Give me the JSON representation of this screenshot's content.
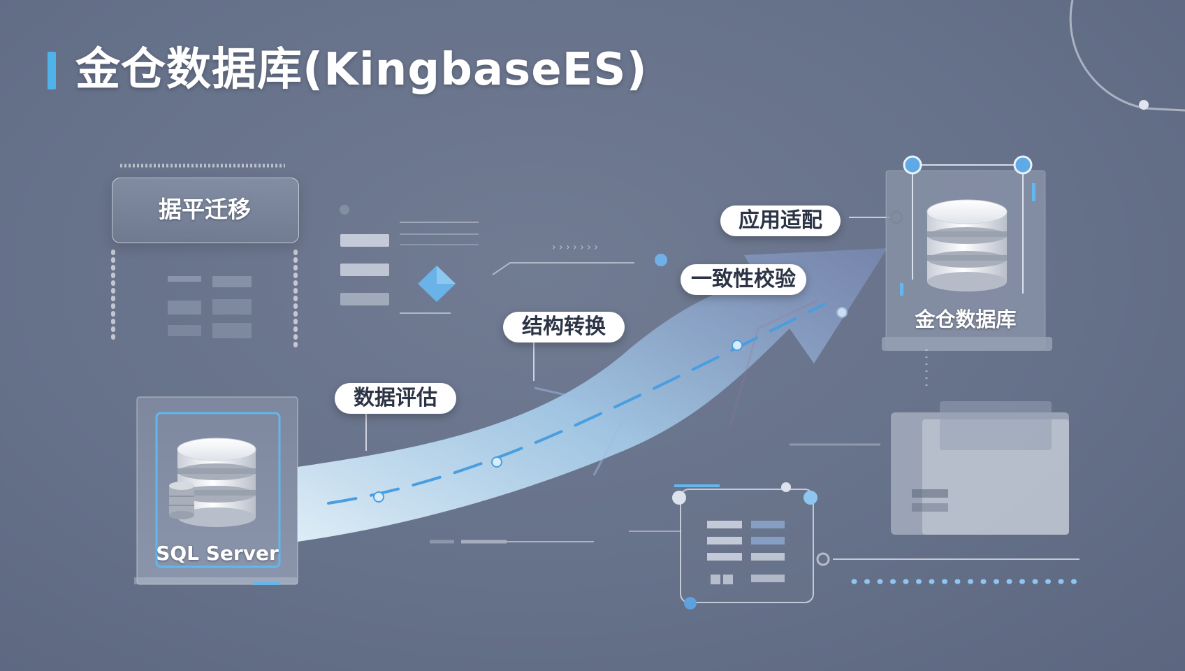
{
  "title": "金仓数据库(KingbaseES)",
  "cards": {
    "top_left": "据平迁移",
    "source_db": "SQL Server",
    "target_db": "金仓数据库"
  },
  "steps": [
    {
      "label": "数据评估"
    },
    {
      "label": "结构转换"
    },
    {
      "label": "一致性校验"
    },
    {
      "label": "应用适配"
    }
  ],
  "colors": {
    "background": "#66718a",
    "accent": "#4fb3ea",
    "flow_light": "#d4ecfa",
    "flow_dark": "#7f8fbf",
    "pill": "#ffffff",
    "pill_text": "#2b3344"
  },
  "icons": [
    "database-icon",
    "database-icon",
    "diamond-icon",
    "arrow-icon"
  ]
}
